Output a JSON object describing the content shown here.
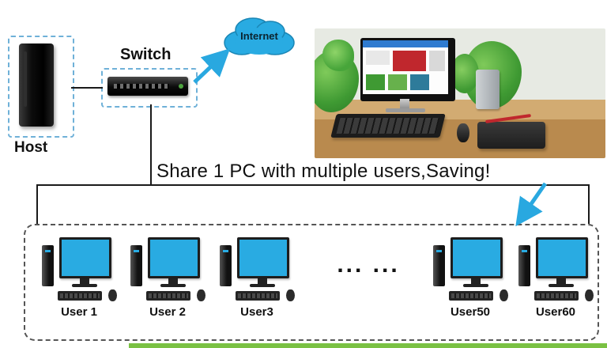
{
  "diagram": {
    "host": {
      "label": "Host"
    },
    "switch": {
      "label": "Switch"
    },
    "internet": {
      "label": "Internet"
    },
    "caption": "Share 1 PC with multiple users,Saving!",
    "ellipsis": "... ...",
    "users": [
      {
        "label": "User 1"
      },
      {
        "label": "User 2"
      },
      {
        "label": "User3"
      },
      {
        "label": "User50"
      },
      {
        "label": "User60"
      }
    ],
    "colors": {
      "monitor_screen": "#29abe2",
      "cloud_fill": "#29abe2",
      "arrow_blue": "#29a8e0",
      "connector_line": "#1a1a1a",
      "bottom_strip_green": "#7ac143"
    }
  }
}
